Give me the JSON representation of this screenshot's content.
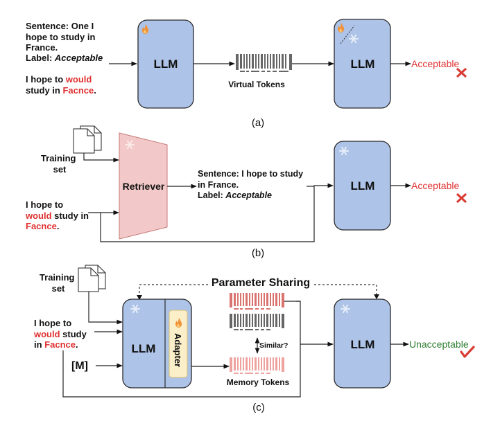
{
  "panels": {
    "a": {
      "caption": "(a)",
      "input_example": {
        "line1": "Sentence: One I",
        "line2": "hope to study in",
        "line3": "France.",
        "label_prefix": "Label: ",
        "label_value": "Acceptable"
      },
      "query": {
        "l1_a": "I hope to ",
        "l1_b": "would",
        "l2_a": "study in ",
        "l2_b": "Facnce",
        "l2_c": "."
      },
      "llm1_label": "LLM",
      "llm1_icon": "fire-icon",
      "tokens_label": "Virtual Tokens",
      "llm2_label": "LLM",
      "llm2_icons": [
        "fire-icon",
        "snowflake-icon"
      ],
      "output": "Acceptable",
      "result_icon": "cross-icon"
    },
    "b": {
      "caption": "(b)",
      "training_label_1": "Training",
      "training_label_2": "set",
      "query": {
        "l1": "I hope to",
        "l2_a": "would",
        "l2_b": " study in",
        "l3_a": "Facnce",
        "l3_b": "."
      },
      "retriever_label": "Retriever",
      "retrieved": {
        "line1": "Sentence: I hope to study",
        "line2": "in France.",
        "label_prefix": "Label: ",
        "label_value": "Acceptable"
      },
      "llm_label": "LLM",
      "output": "Acceptable",
      "result_icon": "cross-icon"
    },
    "c": {
      "caption": "(c)",
      "training_label_1": "Training",
      "training_label_2": "set",
      "query": {
        "l1": "I hope to",
        "l2_a": "would",
        "l2_b": " study",
        "l3_a": "in ",
        "l3_b": "Facnce",
        "l3_c": "."
      },
      "mem_input": "[M]",
      "llm_label": "LLM",
      "adapter_label": "Adapter",
      "sharing_label": "Parameter Sharing",
      "similar_label": "Similar?",
      "memory_label": "Memory Tokens",
      "llm2_label": "LLM",
      "output": "Unacceptable",
      "result_icon": "check-icon"
    }
  },
  "colors": {
    "llm_fill": "#aec3e8",
    "retriever_fill": "#f2c9c8",
    "error_red": "#e03030",
    "ok_green": "#2e7d32",
    "token_gray": "#666666",
    "token_red": "#d9736f",
    "token_pink": "#eea39f",
    "adapter_fill": "#fbefc9"
  }
}
